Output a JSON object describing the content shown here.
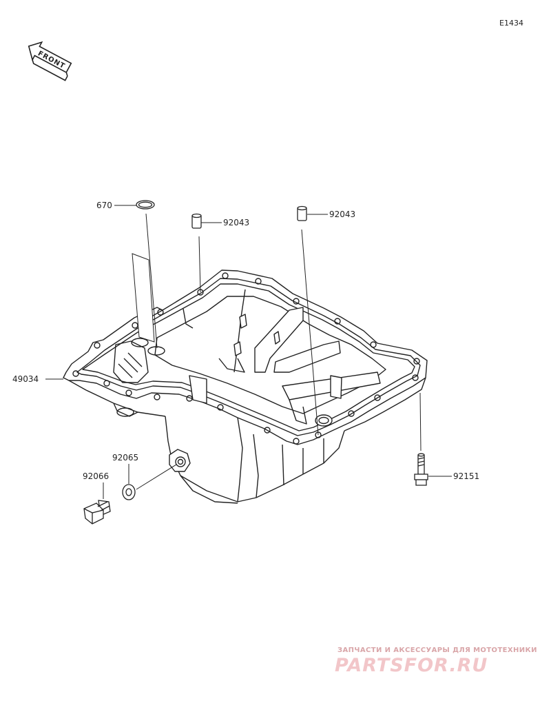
{
  "diagram_code": "E1434",
  "front_label": "FRONT",
  "parts": {
    "oring": "670",
    "dowel_left": "92043",
    "dowel_right": "92043",
    "oil_pan": "49034",
    "gasket": "92065",
    "drain_plug": "92066",
    "bolt": "92151"
  },
  "watermark": {
    "tagline": "ЗАПЧАСТИ И АКСЕССУАРЫ ДЛЯ МОТОТЕХНИКИ",
    "logo": "PARTSFOR.RU",
    "color": "#e8a0a6"
  }
}
